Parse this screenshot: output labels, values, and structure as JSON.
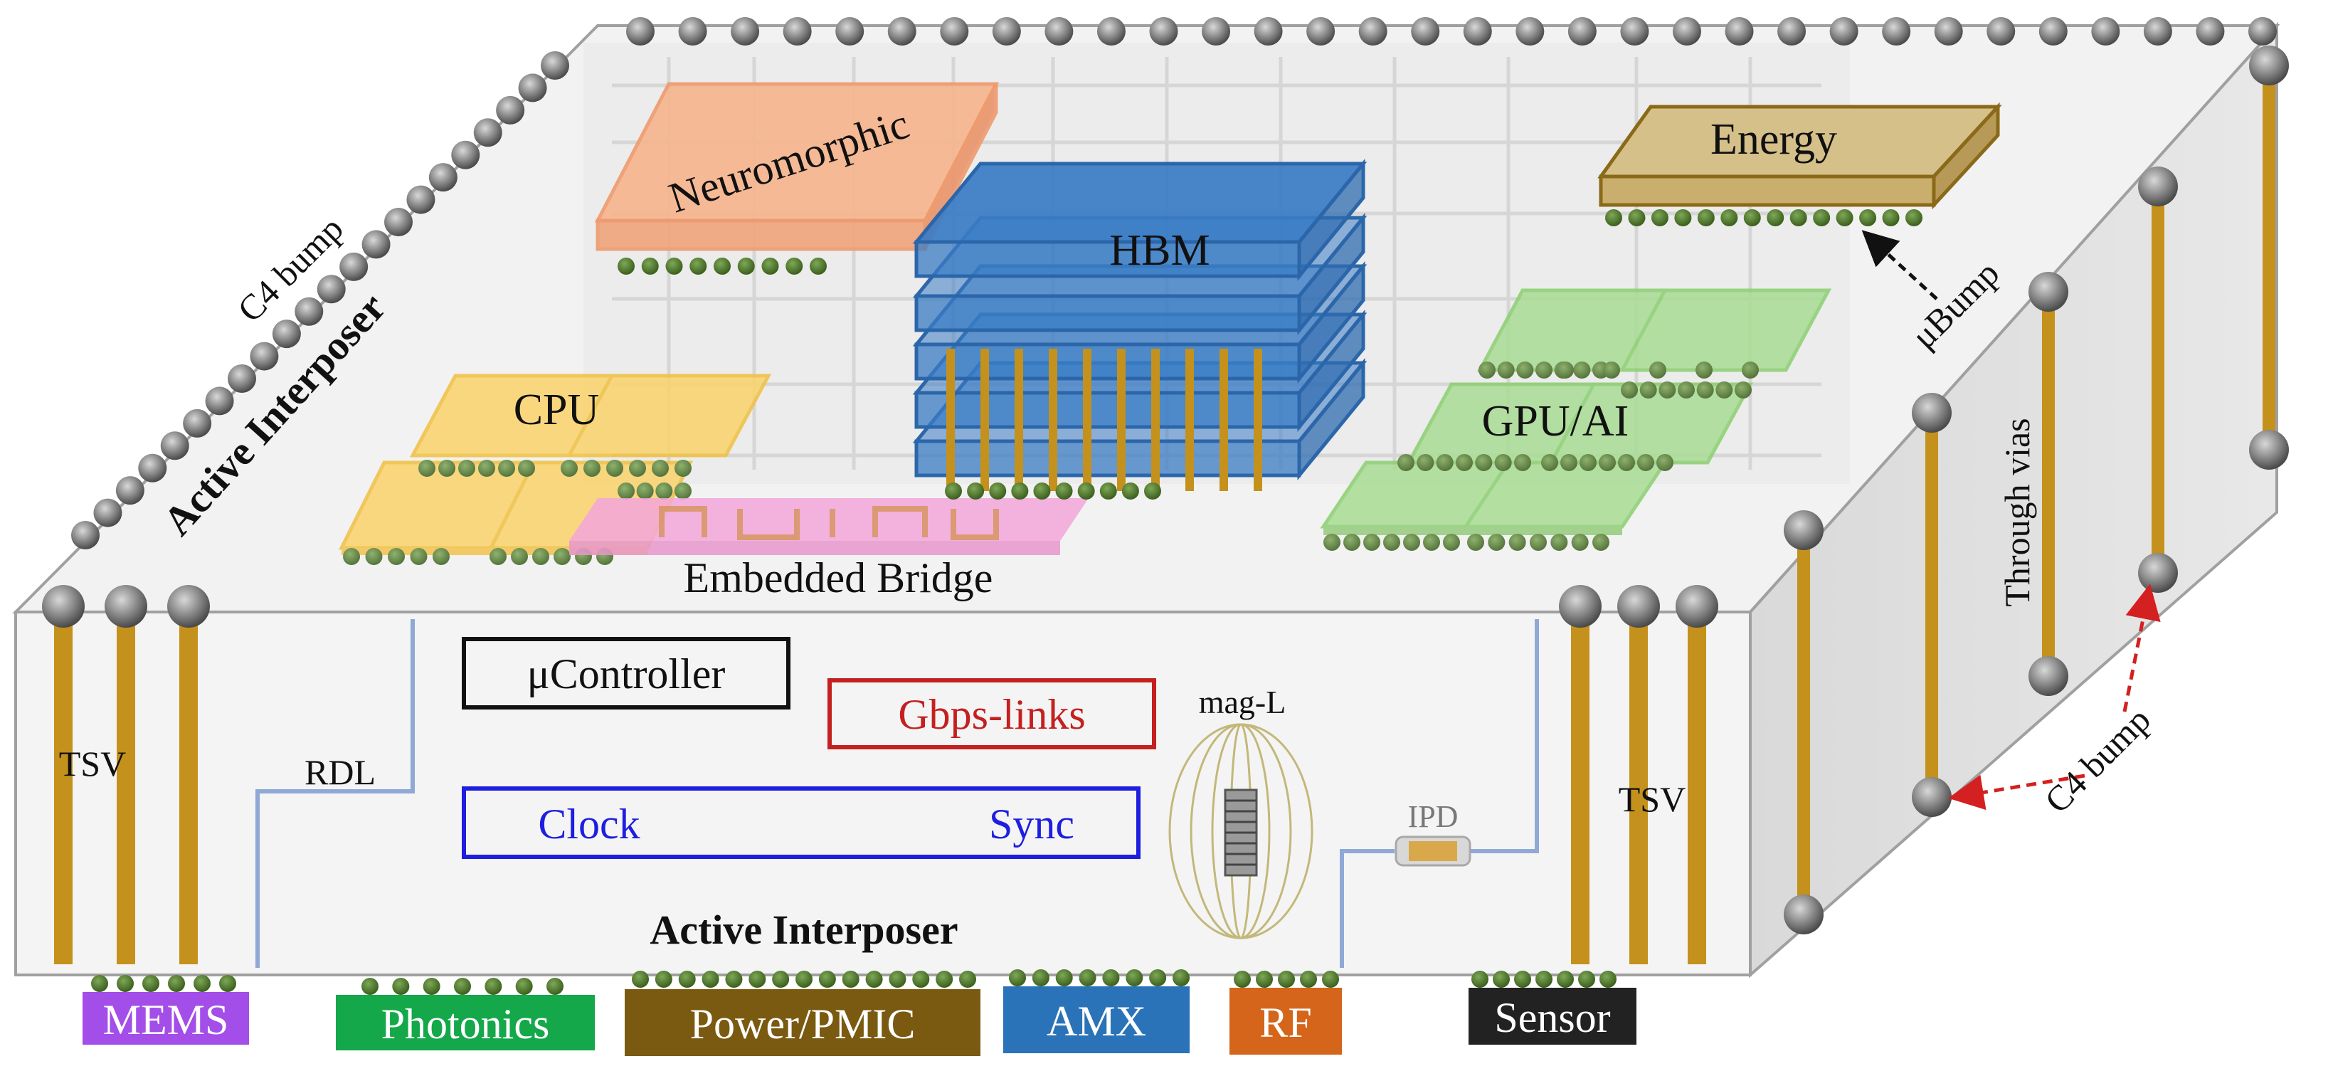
{
  "title": "",
  "labels": {
    "active_interposer_top": "Active Interposer",
    "active_interposer_bottom": "Active Interposer",
    "c4_bump_top": "C4 bump",
    "c4_bump_side": "C4 bump",
    "through_vias": "Through vias",
    "ubump": "μBump",
    "embedded_bridge": "Embedded Bridge",
    "tsv_left": "TSV",
    "tsv_right": "TSV",
    "rdl": "RDL",
    "mag_l": "mag-L",
    "ipd": "IPD"
  },
  "top_chips": {
    "neuromorphic": "Neuromorphic",
    "hbm": "HBM",
    "energy": "Energy",
    "cpu": "CPU",
    "gpu_ai": "GPU/AI"
  },
  "interposer_blocks": {
    "ucontroller": "μController",
    "gbps_links": "Gbps-links",
    "clock": "Clock",
    "sync": "Sync"
  },
  "bottom_chiplets": [
    {
      "label": "MEMS",
      "color": "#a34ee8"
    },
    {
      "label": "Photonics",
      "color": "#14a84a"
    },
    {
      "label": "Power/PMIC",
      "color": "#7a5a10"
    },
    {
      "label": "AMX",
      "color": "#2a73b8"
    },
    {
      "label": "RF",
      "color": "#d4651a"
    },
    {
      "label": "Sensor",
      "color": "#222222"
    }
  ],
  "colors": {
    "neuromorphic": "#f6b48c",
    "hbm": "#3a7cc4",
    "energy": "#d6c08a",
    "cpu": "#fbd36a",
    "gpu_ai": "#a9dc94",
    "bridge": "#f3a6d9",
    "via": "#c4911c",
    "bump_green": "#4e7a2a",
    "gbps_red": "#c42020",
    "clock_blue": "#1e1ee0",
    "rdl_line": "#8fa8d6"
  }
}
